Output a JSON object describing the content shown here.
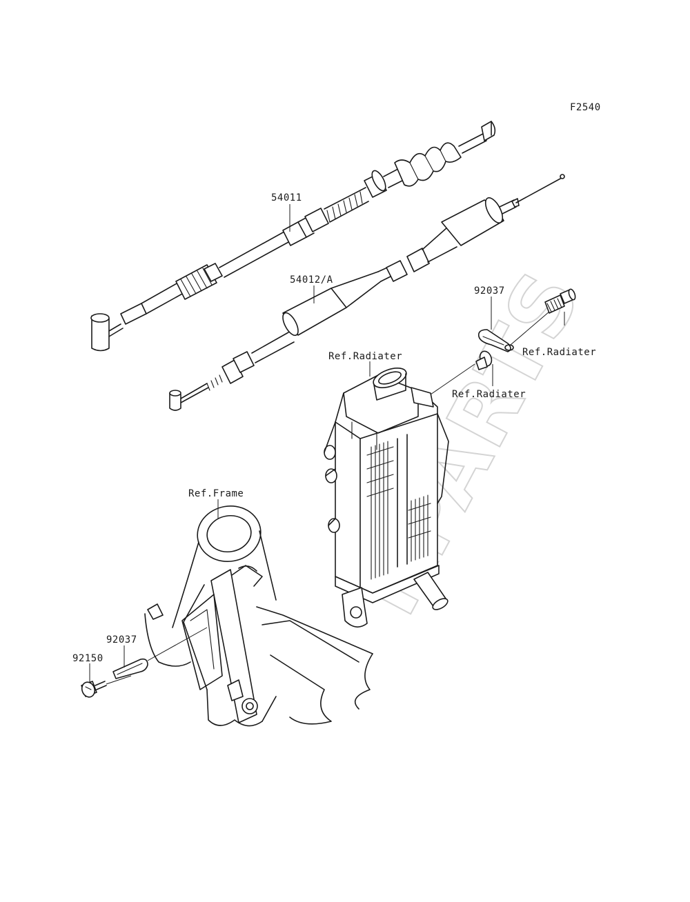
{
  "figure_code": "F2540",
  "watermark": "KPARTS",
  "parts": {
    "clutch_cable": "54011",
    "throttle_cable": "54012/A",
    "clamp_upper": "92037",
    "clamp_lower": "92037",
    "bolt": "92150"
  },
  "refs": {
    "radiater_top": "Ref.Radiater",
    "radiater_right": "Ref.Radiater",
    "radiater_mid": "Ref.Radiater",
    "frame": "Ref.Frame"
  }
}
